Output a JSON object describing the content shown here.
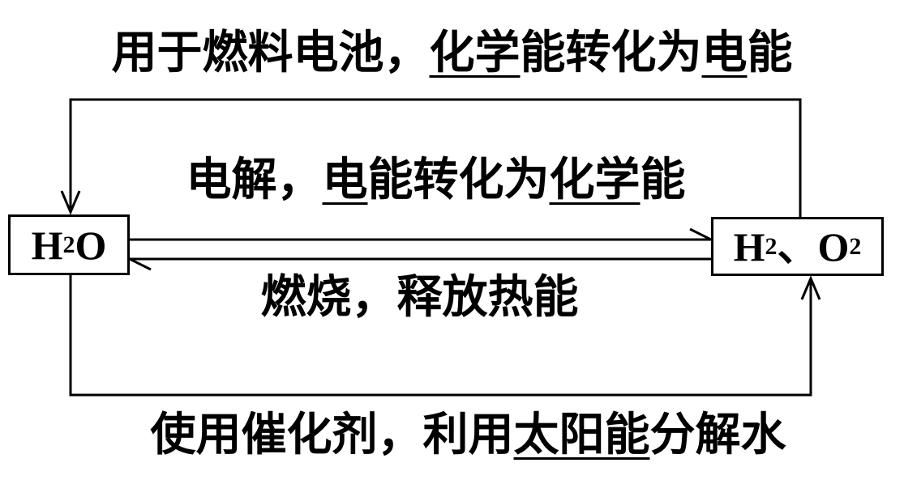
{
  "colors": {
    "line": "#000000",
    "background": "#ffffff"
  },
  "nodes": {
    "left": {
      "pre": "H",
      "sub": "2",
      "post": "O"
    },
    "right": {
      "pre": "H",
      "sub1": "2",
      "sep": "、O",
      "sub2": "2"
    }
  },
  "captions": {
    "top": {
      "a": "用于燃料电池，",
      "b": "化学",
      "c": "能转化为",
      "d": "电",
      "e": "能"
    },
    "mid_top": {
      "a": "电解，",
      "b": "电",
      "c": "能转化为",
      "d": "化学",
      "e": "能"
    },
    "mid_bottom": {
      "text": "燃烧，释放热能"
    },
    "bottom": {
      "a": "使用催化剂，利用",
      "b": "太阳能",
      "c": "分解水"
    }
  }
}
